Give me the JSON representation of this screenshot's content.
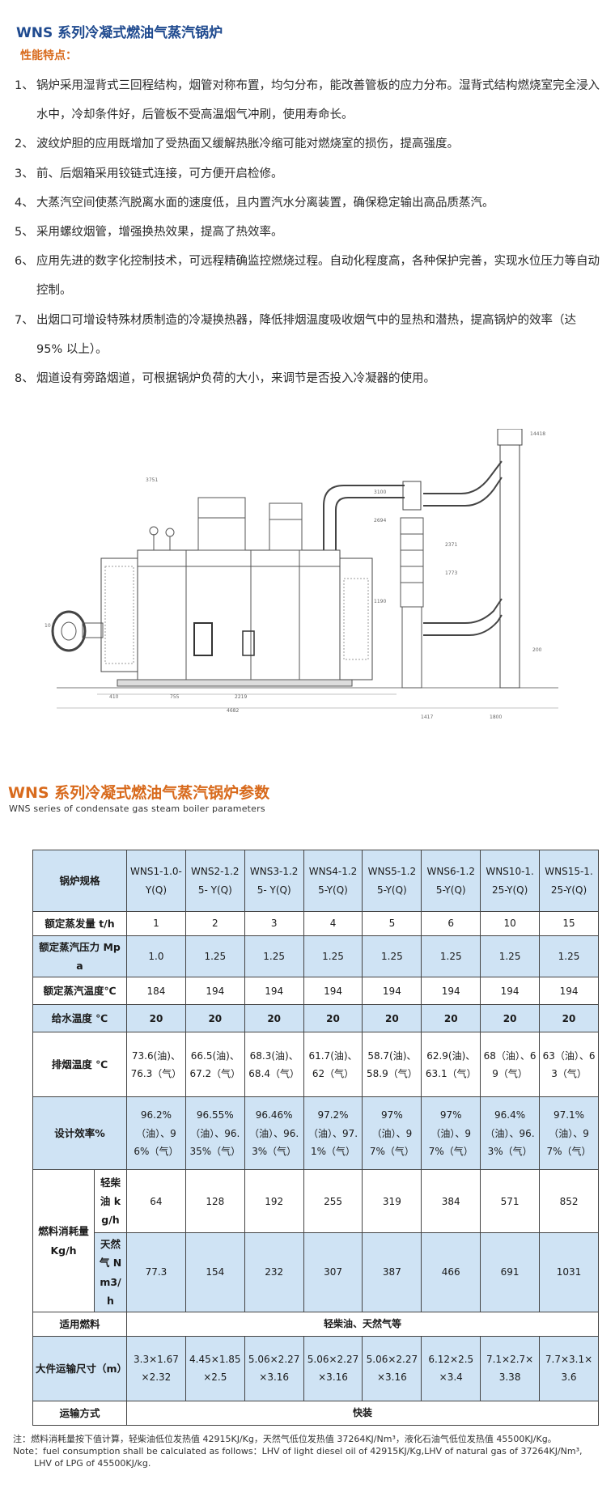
{
  "header": {
    "title": "WNS 系列冷凝式燃油气蒸汽锅炉",
    "subtitle": "性能特点："
  },
  "features": [
    {
      "num": "1、",
      "text": "锅炉采用湿背式三回程结构，烟管对称布置，均匀分布，能改善管板的应力分布。湿背式结构燃烧室完全浸入水中，冷却条件好，后管板不受高温烟气冲刷，使用寿命长。"
    },
    {
      "num": "2、",
      "text": "波纹炉胆的应用既增加了受热面又缓解热胀冷缩可能对燃烧室的损伤，提高强度。"
    },
    {
      "num": "3、",
      "text": "前、后烟箱采用铰链式连接，可方便开启检修。"
    },
    {
      "num": "4、",
      "text": "大蒸汽空间使蒸汽脱离水面的速度低，且内置汽水分离装置，确保稳定输出高品质蒸汽。"
    },
    {
      "num": "5、",
      "text": "采用螺纹烟管，增强换热效果，提高了热效率。"
    },
    {
      "num": "6、",
      "text": "应用先进的数字化控制技术，可远程精确监控燃烧过程。自动化程度高，各种保护完善，实现水位压力等自动控制。"
    },
    {
      "num": "7、",
      "text": "出烟口可增设特殊材质制造的冷凝换热器，降低排烟温度吸收烟气中的显热和潜热，提高锅炉的效率（达 95% 以上）。"
    },
    {
      "num": "8、",
      "text": "烟道设有旁路烟道，可根据锅炉负荷的大小，来调节是否投入冷凝器的使用。"
    }
  ],
  "drawing": {
    "dims": [
      "14418",
      "3751",
      "3100",
      "2694",
      "2371",
      "1773",
      "1190",
      "200",
      "4682",
      "2219",
      "755",
      "410",
      "1417",
      "1800",
      "10"
    ]
  },
  "table_section": {
    "title": "WNS 系列冷凝式燃油气蒸汽锅炉参数",
    "subtitle_en": "WNS series of condensate gas steam boiler parameters"
  },
  "table": {
    "header_label": "锅炉规格",
    "models": [
      "WNS1-1.0-Y(Q)",
      "WNS2-1.25- Y(Q)",
      "WNS3-1.25- Y(Q)",
      "WNS4-1.25-Y(Q)",
      "WNS5-1.25-Y(Q)",
      "WNS6-1.25-Y(Q)",
      "WNS10-1.25-Y(Q)",
      "WNS15-1.25-Y(Q)"
    ],
    "rows": [
      {
        "label": "额定蒸发量 t/h",
        "values": [
          "1",
          "2",
          "3",
          "4",
          "5",
          "6",
          "10",
          "15"
        ]
      },
      {
        "label": "额定蒸汽压力 Mpa",
        "values": [
          "1.0",
          "1.25",
          "1.25",
          "1.25",
          "1.25",
          "1.25",
          "1.25",
          "1.25"
        ]
      },
      {
        "label": "额定蒸汽温度℃",
        "values": [
          "184",
          "194",
          "194",
          "194",
          "194",
          "194",
          "194",
          "194"
        ]
      },
      {
        "label": "给水温度 ℃",
        "values": [
          "20",
          "20",
          "20",
          "20",
          "20",
          "20",
          "20",
          "20"
        ]
      },
      {
        "label": "排烟温度 ℃",
        "values": [
          "73.6(油)、76.3（气）",
          "66.5(油)、67.2（气）",
          "68.3(油)、68.4（气）",
          "61.7(油)、62（气）",
          "58.7(油)、58.9（气）",
          "62.9(油)、63.1（气）",
          "68（油）、69（气）",
          "63（油）、63（气）"
        ]
      },
      {
        "label": "设计效率%",
        "values": [
          "96.2%（油）、96%（气）",
          "96.55%（油）、96.35%（气）",
          "96.46%（油）、96.3%（气）",
          "97.2%（油）、97.1%（气）",
          "97%（油）、97%（气）",
          "97%（油）、97%（气）",
          "96.4%（油）、96.3%（气）",
          "97.1%（油）、97%（气）"
        ]
      }
    ],
    "fuel_label": "燃料消耗量 Kg/h",
    "fuel_rows": [
      {
        "sub": "轻柴油 kg/h",
        "values": [
          "64",
          "128",
          "192",
          "255",
          "319",
          "384",
          "571",
          "852"
        ]
      },
      {
        "sub": "天然气 Nm3/h",
        "values": [
          "77.3",
          "154",
          "232",
          "307",
          "387",
          "466",
          "691",
          "1031"
        ]
      }
    ],
    "fuel_type": {
      "label": "适用燃料",
      "value": "轻柴油、天然气等"
    },
    "size": {
      "label": "大件运输尺寸（m）",
      "values": [
        "3.3×1.67×2.32",
        "4.45×1.85×2.5",
        "5.06×2.27×3.16",
        "5.06×2.27×3.16",
        "5.06×2.27×3.16",
        "6.12×2.5×3.4",
        "7.1×2.7×3.38",
        "7.7×3.1×3.6"
      ]
    },
    "transport": {
      "label": "运输方式",
      "value": "快装"
    }
  },
  "note": {
    "cn": "注：燃料消耗量按下值计算，轻柴油低位发热值 42915KJ/Kg，天然气低位发热值 37264KJ/Nm³，液化石油气低位发热值 45500KJ/Kg。",
    "en1": "Note：fuel consumption shall be calculated as follows：LHV of light diesel oil of 42915KJ/Kg,LHV of natural gas of 37264KJ/Nm³,",
    "en2": "LHV of LPG of 45500KJ/kg."
  },
  "colors": {
    "title": "#1f4a8f",
    "accent": "#d86a1c",
    "table_blue": "#cfe3f4"
  }
}
